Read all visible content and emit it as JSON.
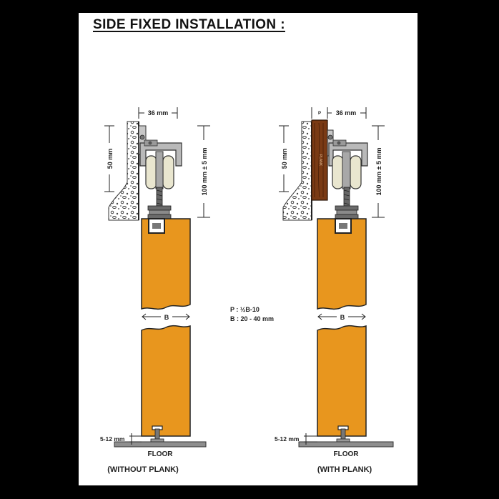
{
  "title": "SIDE FIXED INSTALLATION :",
  "left": {
    "width_label": "36 mm",
    "height_upper_label": "50 mm",
    "height_total_label": "100 mm ± 5 mm",
    "door_label": "B",
    "gap_label": "5-12 mm",
    "floor_label": "FLOOR",
    "caption": "(WITHOUT PLANK)"
  },
  "right": {
    "plank_label": "P",
    "width_label": "36 mm",
    "plank_text": "PLANK",
    "height_upper_label": "50 mm",
    "height_total_label": "100 mm ± 5 mm",
    "door_label": "B",
    "gap_label": "5-12 mm",
    "floor_label": "FLOOR",
    "caption": "(WITH PLANK)"
  },
  "legend": {
    "p_line": "P : ½B-10",
    "b_line": "B : 20 - 40 mm"
  },
  "colors": {
    "door": "#E8961E",
    "door_dark": "#C97A12",
    "plank": "#7A3A14",
    "floor": "#8E8E8E",
    "metal": "#B9B9B9",
    "roller": "#E9E6CF"
  }
}
